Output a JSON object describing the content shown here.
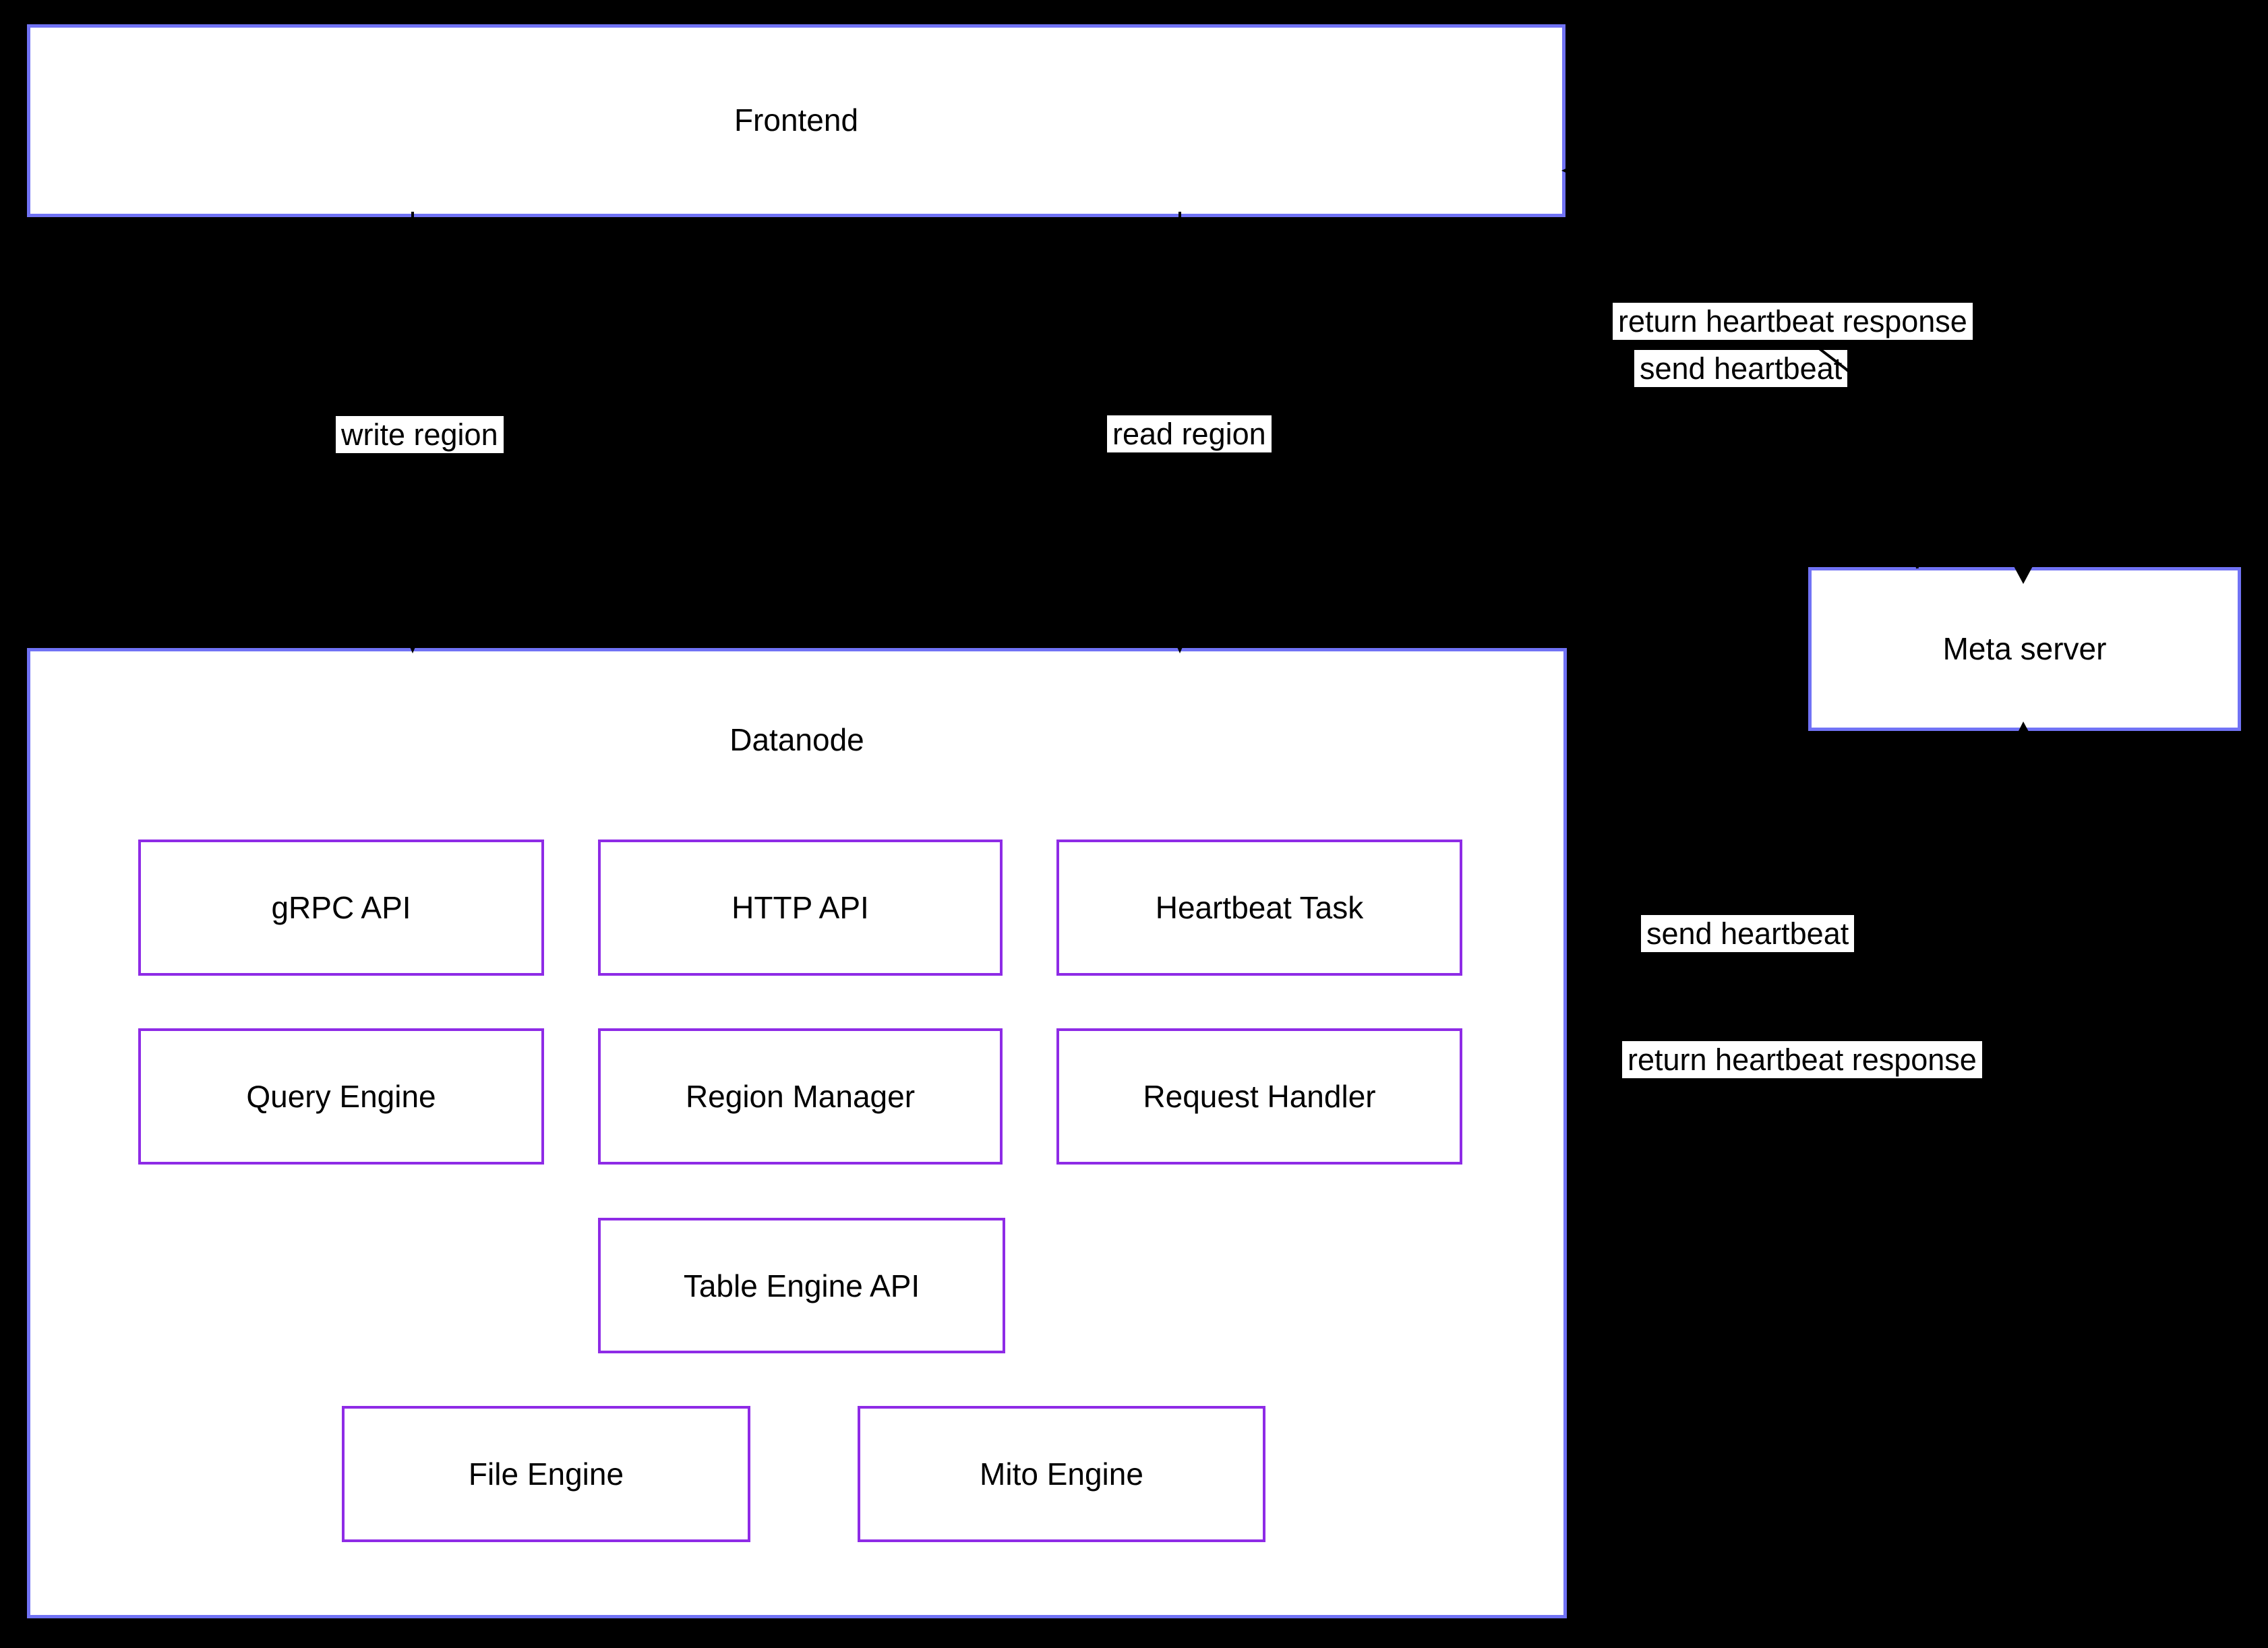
{
  "diagram": {
    "nodes": {
      "frontend": {
        "label": "Frontend"
      },
      "datanode": {
        "label": "Datanode"
      },
      "meta_server": {
        "label": "Meta server"
      }
    },
    "datanode_components": [
      {
        "id": "grpc-api",
        "label": "gRPC API"
      },
      {
        "id": "http-api",
        "label": "HTTP API"
      },
      {
        "id": "heartbeat-task",
        "label": "Heartbeat Task"
      },
      {
        "id": "query-engine",
        "label": "Query Engine"
      },
      {
        "id": "region-manager",
        "label": "Region Manager"
      },
      {
        "id": "request-handler",
        "label": "Request Handler"
      },
      {
        "id": "table-engine-api",
        "label": "Table Engine API"
      },
      {
        "id": "file-engine",
        "label": "File Engine"
      },
      {
        "id": "mito-engine",
        "label": "Mito Engine"
      }
    ],
    "edge_labels": {
      "return_heartbeat_frontend": "return heartbeat response",
      "send_heartbeat_frontend": "send heartbeat",
      "write_region": "write region",
      "read_region": "read region",
      "send_heartbeat_datanode": "send heartbeat",
      "return_heartbeat_datanode": "return heartbeat response"
    },
    "edges": [
      {
        "from": "frontend",
        "to": "datanode",
        "label": "write region"
      },
      {
        "from": "frontend",
        "to": "datanode",
        "label": "read region"
      },
      {
        "from": "frontend",
        "to": "meta_server",
        "label": "send heartbeat"
      },
      {
        "from": "meta_server",
        "to": "frontend",
        "label": "return heartbeat response"
      },
      {
        "from": "datanode",
        "to": "meta_server",
        "label": "send heartbeat"
      },
      {
        "from": "meta_server",
        "to": "datanode",
        "label": "return heartbeat response"
      }
    ],
    "colors": {
      "background": "#000000",
      "node_border": "#7173f5",
      "component_border": "#8e2be6",
      "node_fill": "#ffffff",
      "edge_line": "#000000",
      "text": "#000000",
      "edge_label_background": "#ffffff"
    }
  }
}
